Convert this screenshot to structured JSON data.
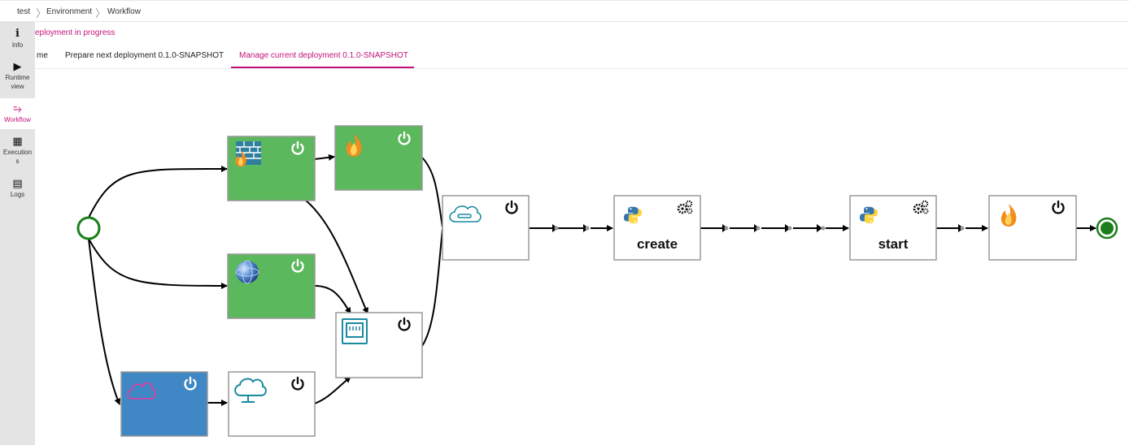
{
  "breadcrumb": {
    "items": [
      "test",
      "Environment",
      "Workflow"
    ]
  },
  "sidebar": {
    "items": [
      {
        "label": "Info",
        "icon": "info-icon"
      },
      {
        "label": "Runtime view",
        "icon": "play-icon"
      },
      {
        "label": "Workflow",
        "icon": "workflow-icon",
        "active": true
      },
      {
        "label": "Executions",
        "icon": "film-icon"
      },
      {
        "label": "Logs",
        "icon": "log-icon"
      }
    ]
  },
  "status": {
    "text": "eployment in progress"
  },
  "tabs": [
    {
      "label": "me"
    },
    {
      "label": "Prepare next deployment 0.1.0-SNAPSHOT"
    },
    {
      "label": "Manage current deployment 0.1.0-SNAPSHOT",
      "active": true
    }
  ],
  "workflow": {
    "nodes": [
      {
        "id": "firewall",
        "icon": "firewall-icon",
        "state": "started",
        "color": "#5cb85c"
      },
      {
        "id": "fire-top",
        "icon": "fire-icon",
        "state": "started",
        "color": "#5cb85c"
      },
      {
        "id": "globe",
        "icon": "globe-icon",
        "state": "started",
        "color": "#5cb85c"
      },
      {
        "id": "compute",
        "icon": "cloud-icon",
        "state": "running",
        "color": "#3f88c5"
      },
      {
        "id": "network",
        "icon": "network-cloud-icon",
        "state": "initial",
        "color": "#ffffff"
      },
      {
        "id": "port",
        "icon": "port-icon",
        "state": "initial",
        "color": "#ffffff"
      },
      {
        "id": "storage",
        "icon": "storage-icon",
        "state": "initial",
        "color": "#ffffff"
      },
      {
        "id": "create",
        "icon": "python-icon",
        "label": "create",
        "state": "initial",
        "color": "#ffffff"
      },
      {
        "id": "start",
        "icon": "python-icon",
        "label": "start",
        "state": "initial",
        "color": "#ffffff"
      },
      {
        "id": "fire-end",
        "icon": "fire-icon",
        "state": "initial",
        "color": "#ffffff"
      }
    ],
    "colors": {
      "accent": "#c2127a",
      "done": "#5cb85c",
      "running": "#3f88c5",
      "start_end": "#1a7f1a"
    }
  }
}
